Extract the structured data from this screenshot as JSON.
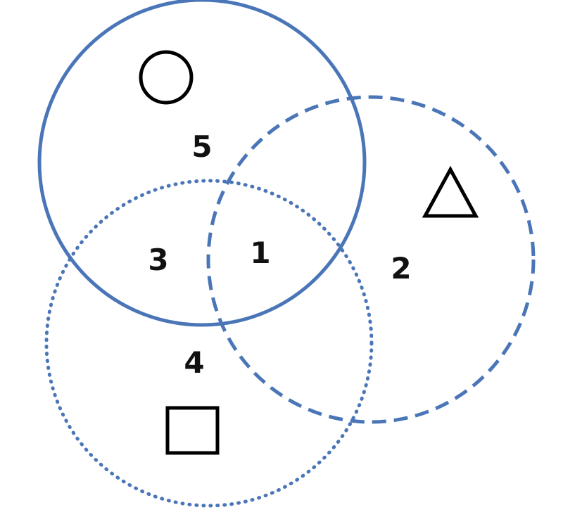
{
  "diagram": {
    "circles": [
      {
        "id": "solid",
        "style": "solid",
        "symbol": "circle"
      },
      {
        "id": "dashed",
        "style": "dashed",
        "symbol": "triangle"
      },
      {
        "id": "dotted",
        "style": "dotted",
        "symbol": "square"
      }
    ],
    "regions": [
      {
        "label": "1",
        "sets": [
          "solid",
          "dashed",
          "dotted"
        ]
      },
      {
        "label": "2",
        "sets": [
          "dashed"
        ]
      },
      {
        "label": "3",
        "sets": [
          "solid",
          "dotted"
        ]
      },
      {
        "label": "4",
        "sets": [
          "dotted"
        ]
      },
      {
        "label": "5",
        "sets": [
          "solid"
        ]
      }
    ],
    "colors": {
      "circle_stroke": "#4a76b8",
      "symbol_stroke": "#000000",
      "label_fill": "#111111",
      "background": "#ffffff"
    }
  }
}
